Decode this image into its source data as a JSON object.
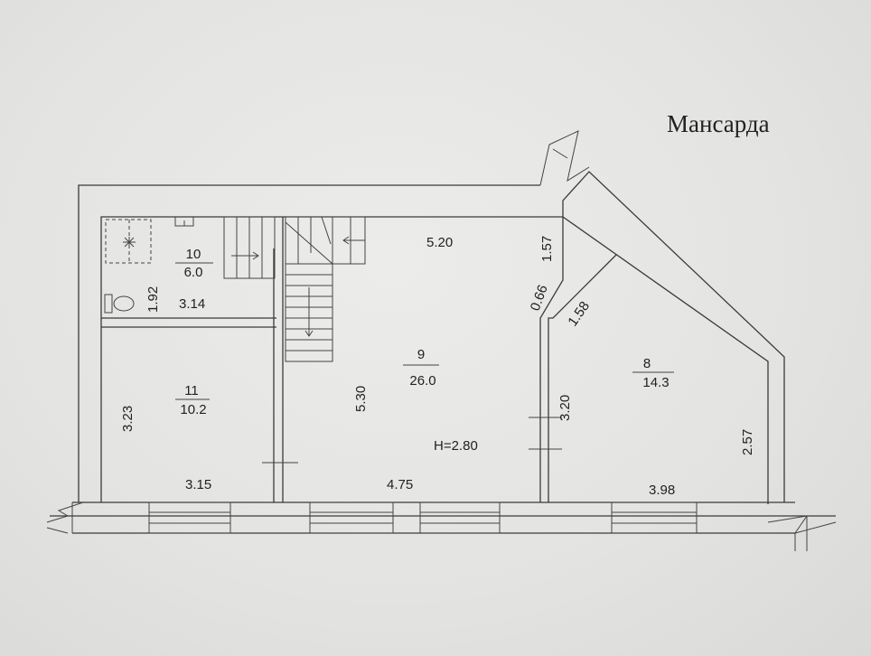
{
  "title": "Мансарда",
  "rooms": [
    {
      "number": "10",
      "area": "6.0"
    },
    {
      "number": "11",
      "area": "10.2"
    },
    {
      "number": "9",
      "area": "26.0"
    },
    {
      "number": "8",
      "area": "14.3"
    }
  ],
  "dimensions": {
    "d_520": "5.20",
    "d_157": "1.57",
    "d_066": "0.66",
    "d_158": "1.58",
    "d_192": "1.92",
    "d_314": "3.14",
    "d_323": "3.23",
    "d_530": "5.30",
    "d_320": "3.20",
    "d_257": "2.57",
    "d_315": "3.15",
    "d_475": "4.75",
    "d_398": "3.98"
  },
  "height_note": "H=2.80"
}
